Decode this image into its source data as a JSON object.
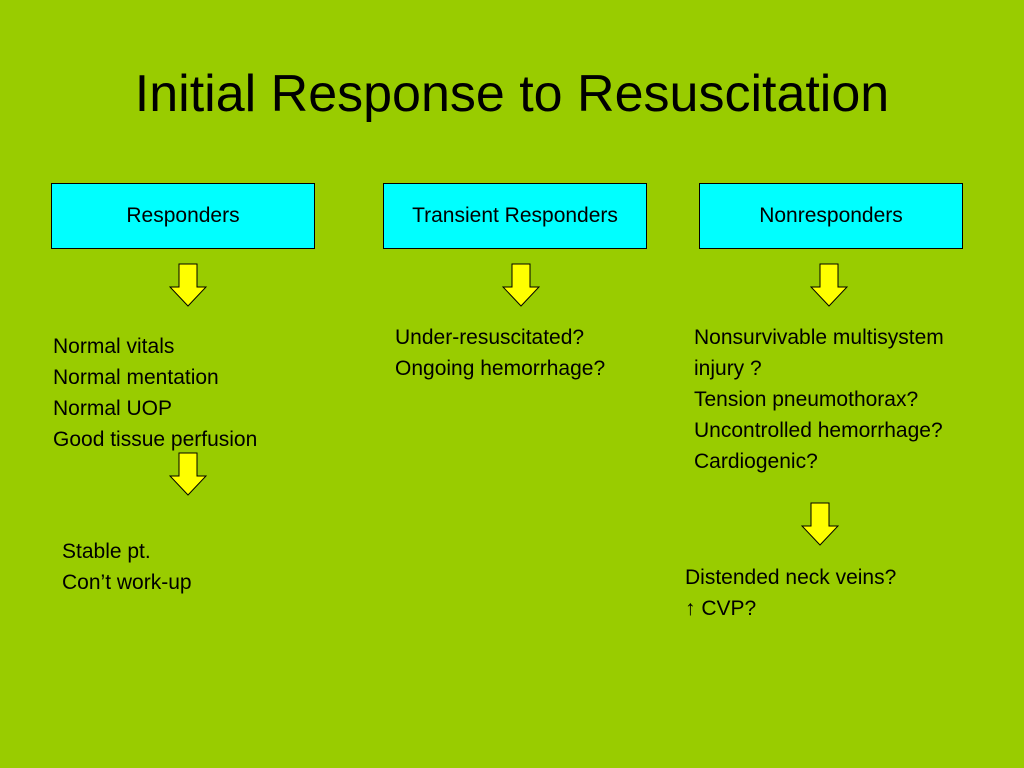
{
  "title": "Initial Response to Resuscitation",
  "columns": [
    {
      "header": "Responders",
      "findings": [
        "Normal vitals",
        "Normal mentation",
        "Normal UOP",
        "Good tissue perfusion"
      ],
      "outcome": [
        "Stable pt.",
        "Con’t work-up"
      ]
    },
    {
      "header": "Transient Responders",
      "findings": [
        "Under-resuscitated?",
        "Ongoing hemorrhage?"
      ]
    },
    {
      "header": "Nonresponders",
      "findings": [
        "Nonsurvivable multisystem",
        "injury ?",
        "Tension pneumothorax?",
        "Uncontrolled hemorrhage?",
        "Cardiogenic?"
      ],
      "outcome": [
        "Distended neck veins?",
        "↑ CVP?"
      ]
    }
  ],
  "colors": {
    "background": "#99cc00",
    "box_fill": "#00ffff",
    "arrow_fill": "#ffff00"
  }
}
